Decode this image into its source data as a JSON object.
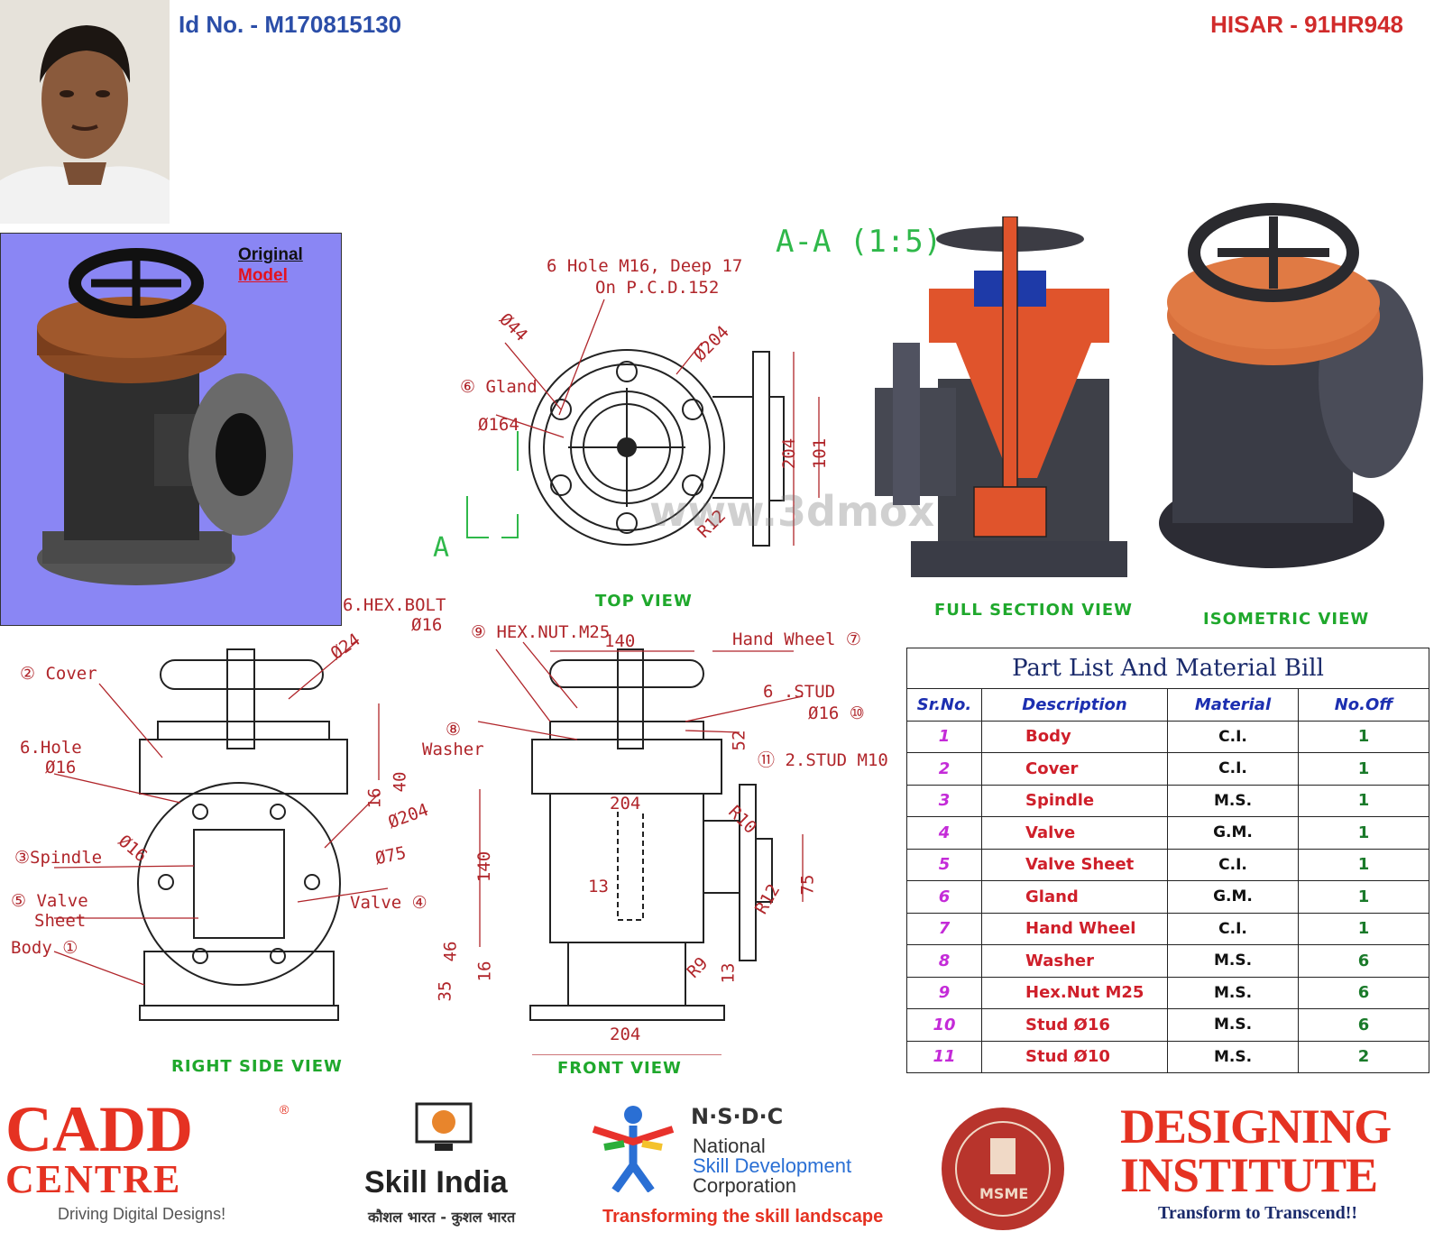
{
  "header": {
    "id_no": "Id No. - M170815130",
    "hisar": "HISAR - 91HR948"
  },
  "model_box": {
    "original": "Original",
    "model": "Model"
  },
  "view_titles": {
    "top": "TOP VIEW",
    "section": "FULL SECTION VIEW",
    "isometric": "ISOMETRIC VIEW",
    "right_side": "RIGHT SIDE VIEW",
    "front": "FRONT VIEW"
  },
  "top_view_notes": {
    "note_line1": "6 Hole M16, Deep 17",
    "note_line2": "On P.C.D.152",
    "d44": "Ø44",
    "d204": "Ø204",
    "gland": "⑥ Gland",
    "d164": "Ø164",
    "r12": "R12",
    "dim204": "204",
    "dim101": "101",
    "section_mark": "A",
    "section_title": "A-A (1:5)",
    "watermark": "www.3dmox.com"
  },
  "right_side_notes": {
    "cover": "② Cover",
    "hole1": "6.Hole",
    "hole2": "Ø16",
    "spindle": "③Spindle",
    "valve_sheet1": "⑤ Valve",
    "valve_sheet2": "Sheet",
    "body": "Body ①",
    "d24": "Ø24",
    "d204": "Ø204",
    "d75": "Ø75",
    "d16": "Ø16",
    "valve": "Valve ④",
    "dim40": "40",
    "dim16": "16"
  },
  "front_notes": {
    "hexbolt1": "6.HEX.BOLT",
    "hexbolt2": "Ø16",
    "hexnut": "⑨ HEX.NUT.M25",
    "dim140top": "140",
    "handwheel": "Hand Wheel ⑦",
    "washer1": "⑧",
    "washer2": "Washer",
    "stud1": "6 .STUD",
    "stud2": "Ø16 ⑩",
    "stud3": "⑪ 2.STUD M10",
    "dim52": "52",
    "dim204mid": "204",
    "r10": "R10",
    "dim140": "140",
    "dim13a": "13",
    "r12": "R12",
    "dim75": "75",
    "dim46": "46",
    "dim16": "16",
    "r9": "R9",
    "dim13b": "13",
    "dim35": "35",
    "dim204bot": "204"
  },
  "part_list": {
    "title": "Part  List  And  Material Bill",
    "headers": [
      "Sr.No.",
      "Description",
      "Material",
      "No.Off"
    ],
    "rows": [
      [
        "1",
        "Body",
        "C.I.",
        "1"
      ],
      [
        "2",
        "Cover",
        "C.I.",
        "1"
      ],
      [
        "3",
        "Spindle",
        "M.S.",
        "1"
      ],
      [
        "4",
        "Valve",
        "G.M.",
        "1"
      ],
      [
        "5",
        "Valve Sheet",
        "C.I.",
        "1"
      ],
      [
        "6",
        "Gland",
        "G.M.",
        "1"
      ],
      [
        "7",
        "Hand Wheel",
        "C.I.",
        "1"
      ],
      [
        "8",
        "Washer",
        "M.S.",
        "6"
      ],
      [
        "9",
        "Hex.Nut M25",
        "M.S.",
        "6"
      ],
      [
        "10",
        "Stud Ø16",
        "M.S.",
        "6"
      ],
      [
        "11",
        "Stud Ø10",
        "M.S.",
        "2"
      ]
    ]
  },
  "footer": {
    "cadd1": "CADD",
    "cadd2": "CENTRE",
    "cadd_reg": "®",
    "cadd_tag": "Driving Digital Designs!",
    "skill_india": "Skill India",
    "skill_tag": "कौशल भारत - कुशल भारत",
    "nsdc_abbr": "N·S·D·C",
    "nsdc1": "National",
    "nsdc2": "Skill Development",
    "nsdc3": "Corporation",
    "nsdc_tag": "Transforming the skill landscape",
    "msme": "MSME",
    "di1": "DESIGNING",
    "di2": "INSTITUTE",
    "di_tag": "Transform to Transcend!!"
  },
  "colors": {
    "cad_red": "#b0252a",
    "cad_green": "#2fb84a",
    "id_blue": "#2b4ea8",
    "hisar_red": "#d12b2b",
    "model_bg": "#8a86f4",
    "section_orange": "#e0542c"
  }
}
